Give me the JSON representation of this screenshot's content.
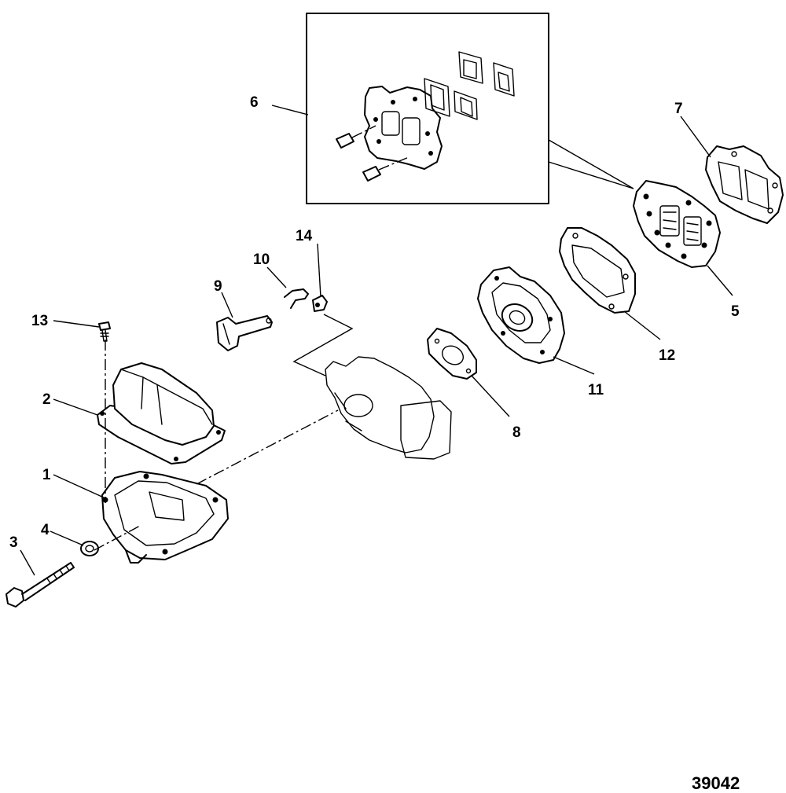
{
  "figure_number": "39042",
  "callouts": {
    "c1": "1",
    "c2": "2",
    "c3": "3",
    "c4": "4",
    "c5": "5",
    "c6": "6",
    "c7": "7",
    "c8": "8",
    "c9": "9",
    "c10": "10",
    "c11": "11",
    "c12": "12",
    "c13": "13",
    "c14": "14"
  }
}
